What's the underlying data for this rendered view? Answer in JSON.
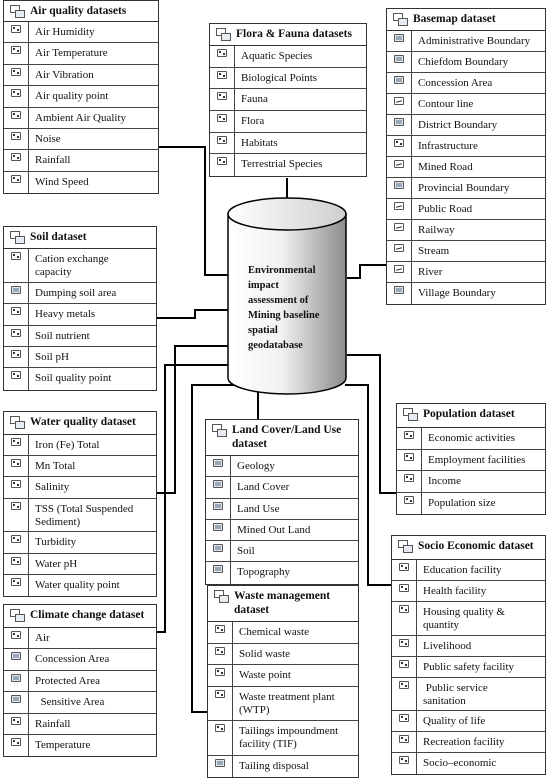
{
  "center": {
    "lines": [
      "Environmental",
      "impact",
      "assessment of",
      "Mining baseline",
      "spatial",
      "geodatabase"
    ]
  },
  "datasets": [
    {
      "id": "air",
      "title": [
        "Air quality datasets"
      ],
      "items": [
        {
          "label": [
            "Air Humidity"
          ],
          "icon": "point"
        },
        {
          "label": [
            "Air Temperature"
          ],
          "icon": "point"
        },
        {
          "label": [
            "Air Vibration"
          ],
          "icon": "point"
        },
        {
          "label": [
            "Air quality point"
          ],
          "icon": "point"
        },
        {
          "label": [
            "Ambient Air Quality"
          ],
          "icon": "point"
        },
        {
          "label": [
            "Noise"
          ],
          "icon": "point"
        },
        {
          "label": [
            "Rainfall"
          ],
          "icon": "point"
        },
        {
          "label": [
            "Wind Speed"
          ],
          "icon": "point"
        }
      ]
    },
    {
      "id": "flora",
      "title": [
        "Flora & Fauna  datasets"
      ],
      "items": [
        {
          "label": [
            "Aquatic Species"
          ],
          "icon": "point"
        },
        {
          "label": [
            "Biological Points"
          ],
          "icon": "point"
        },
        {
          "label": [
            "Fauna"
          ],
          "icon": "point"
        },
        {
          "label": [
            "Flora"
          ],
          "icon": "point"
        },
        {
          "label": [
            "Habitats"
          ],
          "icon": "point"
        },
        {
          "label": [
            "Terrestrial Species"
          ],
          "icon": "point"
        }
      ]
    },
    {
      "id": "basemap",
      "title": [
        "Basemap dataset"
      ],
      "items": [
        {
          "label": [
            "Administrative Boundary"
          ],
          "icon": "polygon"
        },
        {
          "label": [
            "Chiefdom Boundary"
          ],
          "icon": "polygon"
        },
        {
          "label": [
            "Concession Area"
          ],
          "icon": "polygon"
        },
        {
          "label": [
            "Contour line"
          ],
          "icon": "line"
        },
        {
          "label": [
            "District Boundary"
          ],
          "icon": "polygon"
        },
        {
          "label": [
            "Infrastructure"
          ],
          "icon": "point"
        },
        {
          "label": [
            "Mined Road"
          ],
          "icon": "line"
        },
        {
          "label": [
            "Provincial Boundary"
          ],
          "icon": "polygon"
        },
        {
          "label": [
            "Public Road"
          ],
          "icon": "line"
        },
        {
          "label": [
            "Railway"
          ],
          "icon": "line"
        },
        {
          "label": [
            "Stream"
          ],
          "icon": "line"
        },
        {
          "label": [
            "River"
          ],
          "icon": "line"
        },
        {
          "label": [
            "Village Boundary"
          ],
          "icon": "polygon"
        }
      ]
    },
    {
      "id": "soil",
      "title": [
        "Soil dataset"
      ],
      "items": [
        {
          "label": [
            "Cation exchange",
            "capacity"
          ],
          "icon": "point"
        },
        {
          "label": [
            "Dumping soil area"
          ],
          "icon": "polygon"
        },
        {
          "label": [
            "Heavy metals"
          ],
          "icon": "point"
        },
        {
          "label": [
            "Soil nutrient"
          ],
          "icon": "point"
        },
        {
          "label": [
            "Soil pH"
          ],
          "icon": "point"
        },
        {
          "label": [
            "Soil quality point"
          ],
          "icon": "point"
        }
      ]
    },
    {
      "id": "water",
      "title": [
        "Water quality dataset"
      ],
      "items": [
        {
          "label": [
            "Iron (Fe) Total"
          ],
          "icon": "point"
        },
        {
          "label": [
            "Mn Total"
          ],
          "icon": "point"
        },
        {
          "label": [
            "Salinity"
          ],
          "icon": "point"
        },
        {
          "label": [
            "TSS (Total Suspended",
            "Sediment)"
          ],
          "icon": "point"
        },
        {
          "label": [
            "Turbidity"
          ],
          "icon": "point"
        },
        {
          "label": [
            "Water pH"
          ],
          "icon": "point"
        },
        {
          "label": [
            "Water quality point"
          ],
          "icon": "point"
        }
      ]
    },
    {
      "id": "climate",
      "title": [
        "Climate change dataset"
      ],
      "items": [
        {
          "label": [
            "Air"
          ],
          "icon": "point"
        },
        {
          "label": [
            "Concession Area"
          ],
          "icon": "polygon"
        },
        {
          "label": [
            "Protected Area"
          ],
          "icon": "polygon"
        },
        {
          "label": [
            "  Sensitive Area"
          ],
          "icon": "polygon"
        },
        {
          "label": [
            "Rainfall"
          ],
          "icon": "point"
        },
        {
          "label": [
            "Temperature"
          ],
          "icon": "point"
        }
      ]
    },
    {
      "id": "landcover",
      "title": [
        "Land Cover/Land Use",
        "dataset"
      ],
      "items": [
        {
          "label": [
            "Geology"
          ],
          "icon": "polygon"
        },
        {
          "label": [
            "Land Cover"
          ],
          "icon": "polygon"
        },
        {
          "label": [
            "Land Use"
          ],
          "icon": "polygon"
        },
        {
          "label": [
            "Mined Out Land"
          ],
          "icon": "polygon"
        },
        {
          "label": [
            "Soil"
          ],
          "icon": "polygon"
        },
        {
          "label": [
            "Topography"
          ],
          "icon": "polygon"
        }
      ]
    },
    {
      "id": "waste",
      "title": [
        "Waste management",
        "dataset"
      ],
      "items": [
        {
          "label": [
            "Chemical waste"
          ],
          "icon": "point"
        },
        {
          "label": [
            "Solid waste"
          ],
          "icon": "point"
        },
        {
          "label": [
            "Waste point"
          ],
          "icon": "point"
        },
        {
          "label": [
            "Waste treatment plant",
            "(WTP)"
          ],
          "icon": "point"
        },
        {
          "label": [
            "Tailings impoundment",
            "facility (TIF)"
          ],
          "icon": "point"
        },
        {
          "label": [
            "Tailing disposal"
          ],
          "icon": "polygon"
        }
      ]
    },
    {
      "id": "population",
      "title": [
        "Population dataset"
      ],
      "items": [
        {
          "label": [
            "Economic activities"
          ],
          "icon": "point"
        },
        {
          "label": [
            "Employment facilities"
          ],
          "icon": "point"
        },
        {
          "label": [
            "Income"
          ],
          "icon": "point"
        },
        {
          "label": [
            "Population size"
          ],
          "icon": "point"
        }
      ]
    },
    {
      "id": "socio",
      "title": [
        "Socio Economic dataset"
      ],
      "items": [
        {
          "label": [
            "Education facility"
          ],
          "icon": "point"
        },
        {
          "label": [
            "Health facility"
          ],
          "icon": "point"
        },
        {
          "label": [
            "Housing quality &",
            "quantity"
          ],
          "icon": "point"
        },
        {
          "label": [
            "Livelihood"
          ],
          "icon": "point"
        },
        {
          "label": [
            "Public safety facility"
          ],
          "icon": "point"
        },
        {
          "label": [
            " Public service",
            "sanitation"
          ],
          "icon": "point"
        },
        {
          "label": [
            "Quality of life"
          ],
          "icon": "point"
        },
        {
          "label": [
            "Recreation facility"
          ],
          "icon": "point"
        },
        {
          "label": [
            "Socio–economic"
          ],
          "icon": "point"
        }
      ]
    }
  ]
}
